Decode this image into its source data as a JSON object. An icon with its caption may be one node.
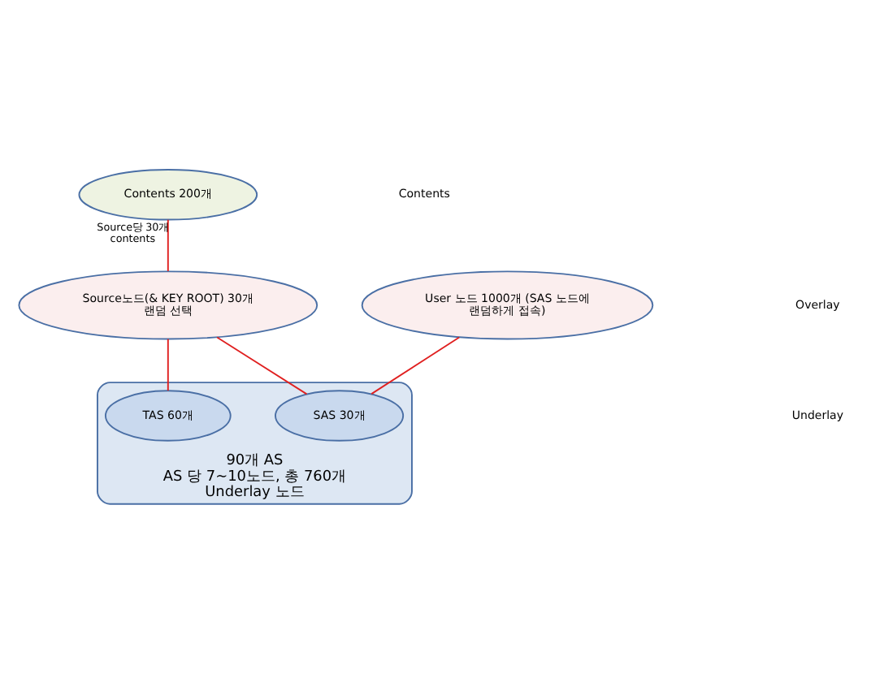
{
  "diagram": {
    "nodes": [
      {
        "text": [
          "Contents 200개"
        ]
      },
      {
        "text": [
          "Source노드(& KEY ROOT) 30개 랜덤 선택"
        ]
      },
      {
        "text": [
          "User 노드 1000개 (SAS 노드에 랜덤하게 접속)"
        ]
      },
      {
        "text": [
          "90개 AS",
          "AS 당 7~10노드, 총 760개 Underlay 노드"
        ]
      },
      {
        "text": [
          "TAS 60개"
        ],
        "in": 3
      },
      {
        "text": [
          "SAS 30개"
        ],
        "in": 3
      }
    ],
    "edges": [
      {
        "from": 0,
        "to": 1,
        "arrow": "none",
        "label": "Source당 30개 contents"
      },
      {
        "from": 1,
        "to": 4,
        "arrow": "none"
      },
      {
        "from": 1,
        "to": 5,
        "arrow": "none"
      },
      {
        "from": 2,
        "to": 5,
        "arrow": "none"
      }
    ],
    "labels": [
      "Contents",
      "Overlay",
      "Underlay"
    ]
  }
}
